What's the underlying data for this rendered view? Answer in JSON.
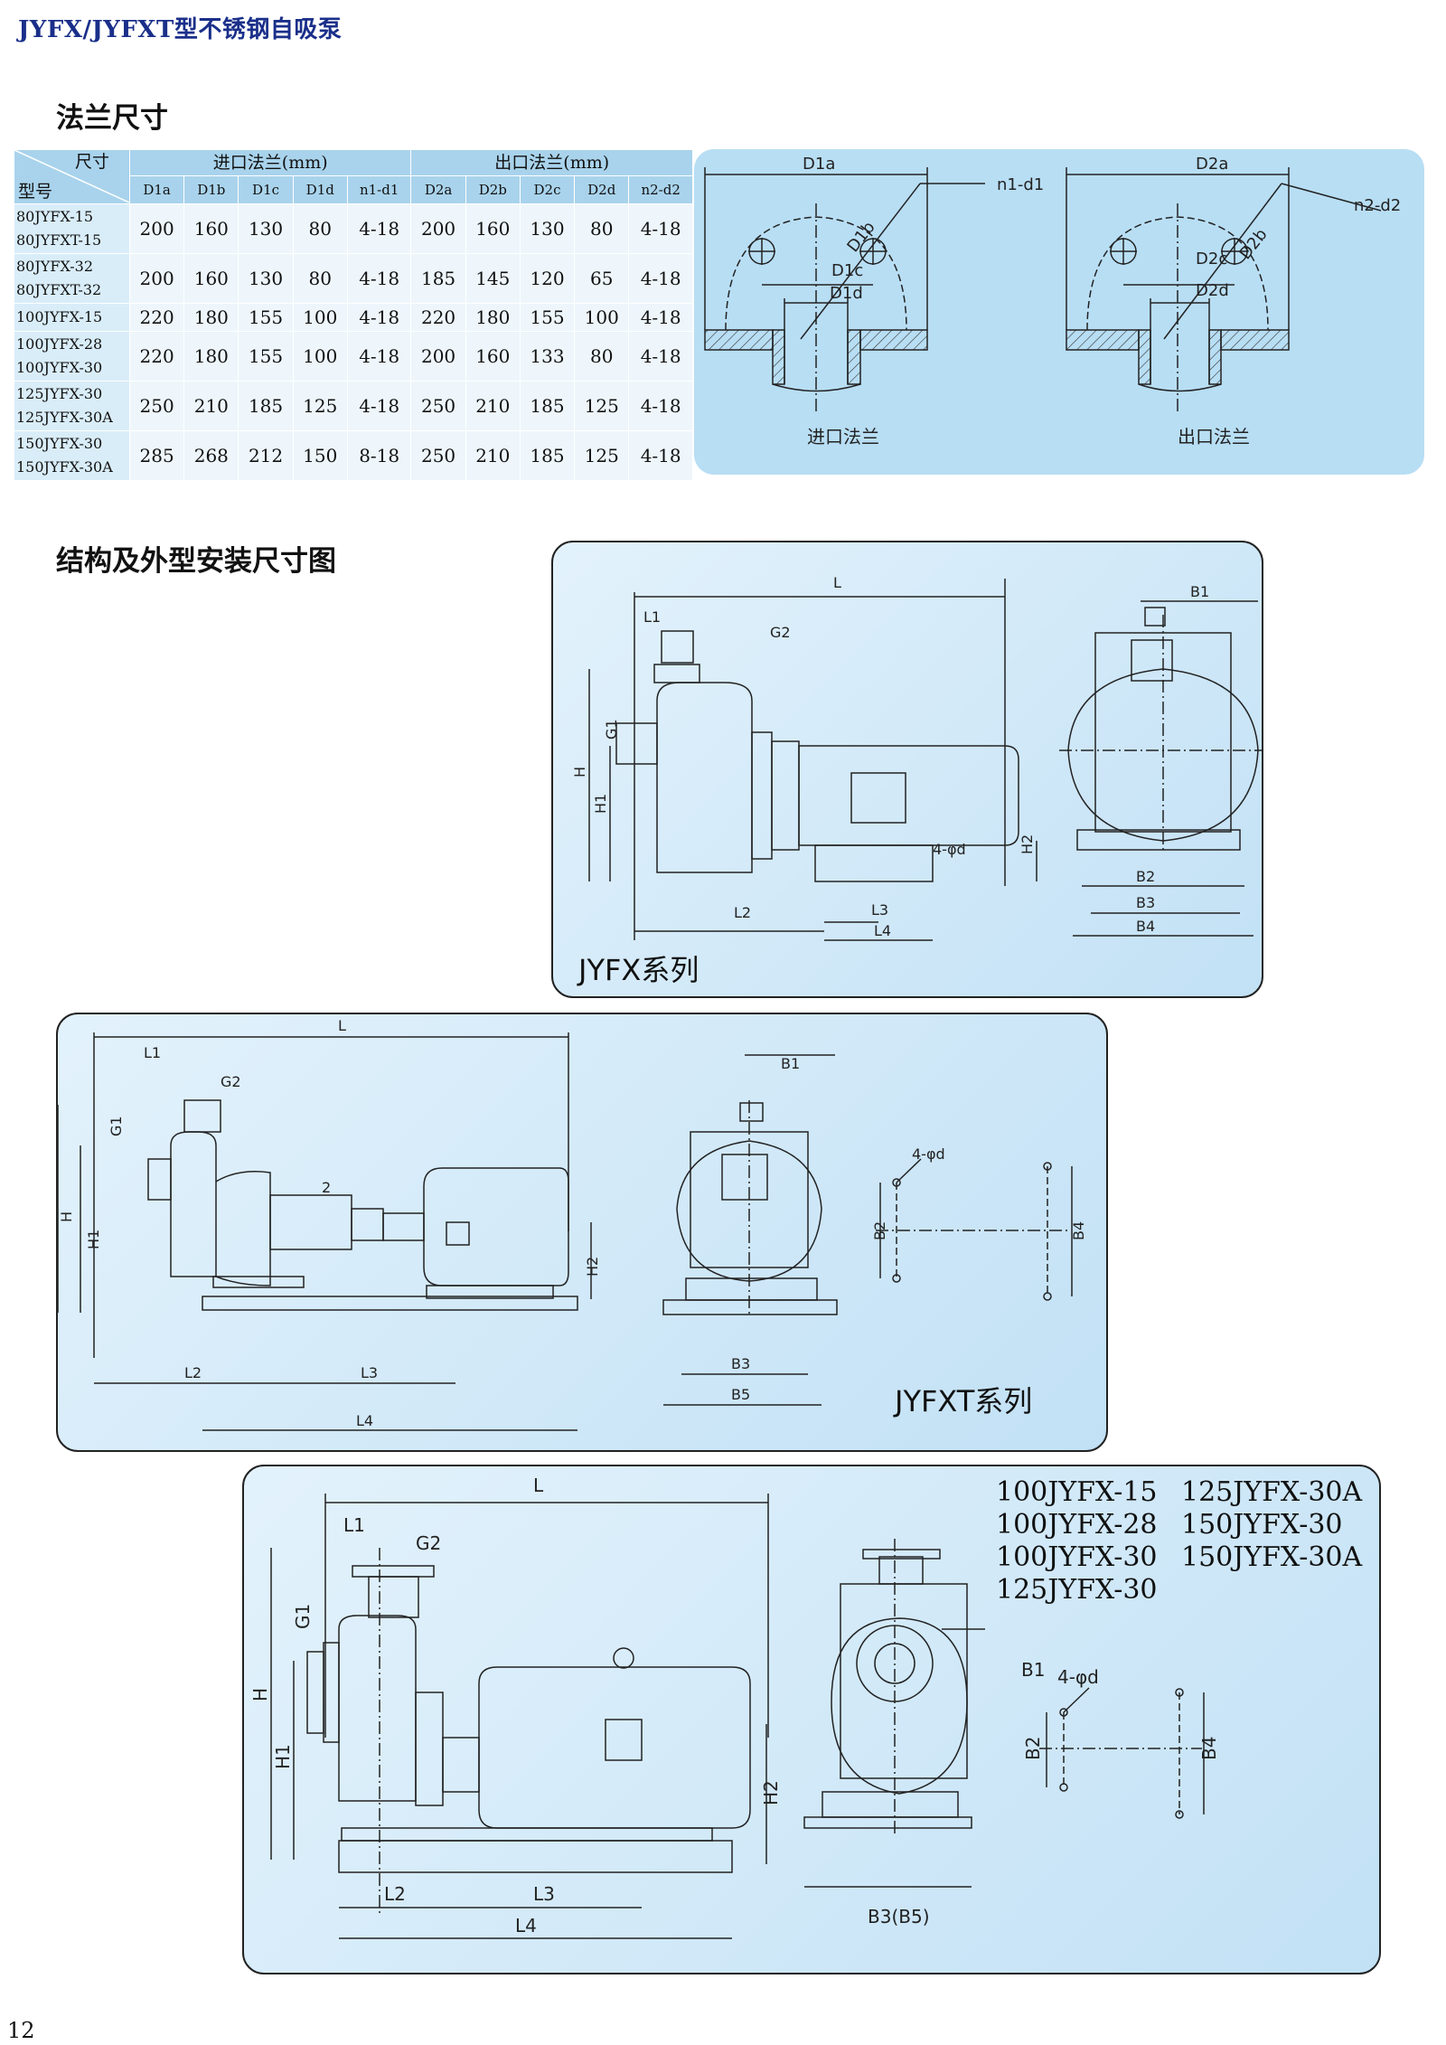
{
  "header": {
    "title": "JYFX/JYFXT型不锈钢自吸泵"
  },
  "sections": {
    "flange": "法兰尺寸",
    "structure": "结构及外型安装尺寸图"
  },
  "flange_table": {
    "corner_top": "尺寸",
    "corner_bottom": "型号",
    "inlet_group": "进口法兰(mm)",
    "outlet_group": "出口法兰(mm)",
    "subheaders": [
      "D1a",
      "D1b",
      "D1c",
      "D1d",
      "n1-d1",
      "D2a",
      "D2b",
      "D2c",
      "D2d",
      "n2-d2"
    ],
    "rows": [
      {
        "models": [
          "80JYFX-15",
          "80JYFXT-15"
        ],
        "values": [
          "200",
          "160",
          "130",
          "80",
          "4-18",
          "200",
          "160",
          "130",
          "80",
          "4-18"
        ]
      },
      {
        "models": [
          "80JYFX-32",
          "80JYFXT-32"
        ],
        "values": [
          "200",
          "160",
          "130",
          "80",
          "4-18",
          "185",
          "145",
          "120",
          "65",
          "4-18"
        ]
      },
      {
        "models": [
          "100JYFX-15"
        ],
        "values": [
          "220",
          "180",
          "155",
          "100",
          "4-18",
          "220",
          "180",
          "155",
          "100",
          "4-18"
        ]
      },
      {
        "models": [
          "100JYFX-28",
          "100JYFX-30"
        ],
        "values": [
          "220",
          "180",
          "155",
          "100",
          "4-18",
          "200",
          "160",
          "133",
          "80",
          "4-18"
        ]
      },
      {
        "models": [
          "125JYFX-30",
          "125JYFX-30A"
        ],
        "values": [
          "250",
          "210",
          "185",
          "125",
          "4-18",
          "250",
          "210",
          "185",
          "125",
          "4-18"
        ]
      },
      {
        "models": [
          "150JYFX-30",
          "150JYFX-30A"
        ],
        "values": [
          "285",
          "268",
          "212",
          "150",
          "8-18",
          "250",
          "210",
          "185",
          "125",
          "4-18"
        ]
      }
    ]
  },
  "flange_diagram": {
    "inlet_label": "进口法兰",
    "outlet_label": "出口法兰",
    "inlet_dims": [
      "D1a",
      "n1-d1",
      "D1c",
      "D1b",
      "D1d"
    ],
    "outlet_dims": [
      "D2a",
      "n2-d2",
      "D2c",
      "D2b",
      "D2d"
    ]
  },
  "jyfx_panel": {
    "series_label": "JYFX系列",
    "dims": [
      "L",
      "L1",
      "G2",
      "G1",
      "H",
      "H1",
      "H2",
      "L2",
      "L3",
      "L4",
      "4-φd",
      "B1",
      "B2",
      "B3",
      "B4"
    ]
  },
  "jyfxt_panel": {
    "series_label": "JYFXT系列",
    "dims": [
      "L",
      "L1",
      "G2",
      "G1",
      "H",
      "H1",
      "H2",
      "L2",
      "L3",
      "L4",
      "2",
      "B1",
      "B3",
      "B5",
      "4-φd",
      "B2",
      "B4"
    ]
  },
  "third_panel": {
    "models_col1": [
      "100JYFX-15",
      "100JYFX-28",
      "100JYFX-30",
      "125JYFX-30"
    ],
    "models_col2": [
      "125JYFX-30A",
      "150JYFX-30",
      "150JYFX-30A"
    ],
    "dims": [
      "L",
      "L1",
      "G2",
      "G1",
      "H",
      "H1",
      "H2",
      "L2",
      "L3",
      "L4",
      "4-φd",
      "B1",
      "B2",
      "B4",
      "B3(B5)"
    ]
  },
  "page_number": "12",
  "colors": {
    "header_blue": "#1a2f8a",
    "table_header": "#a9d3ec",
    "panel_bg": "#c2e1f5"
  }
}
